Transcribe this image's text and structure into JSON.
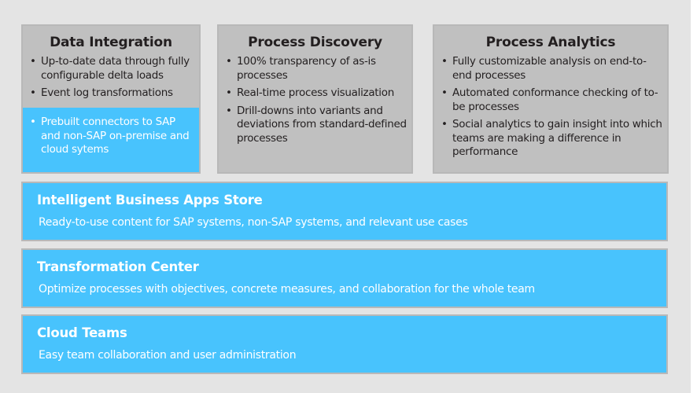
{
  "columns": [
    {
      "title": "Data Integration",
      "items": [
        "Up-to-date data through fully configurable delta loads",
        "Event log transformations"
      ],
      "highlighted_items": [
        "Prebuilt connectors to SAP and non-SAP on-premise and cloud sytems"
      ]
    },
    {
      "title": "Process Discovery",
      "items": [
        "100% transparency of as-is processes",
        "Real-time process visualization",
        "Drill-downs into variants and deviations from standard-defined processes"
      ]
    },
    {
      "title": "Process Analytics",
      "items": [
        "Fully customizable analysis on end-to-end processes",
        "Automated conformance checking of to-be processes",
        "Social analytics to gain insight into which teams are making a difference in performance"
      ]
    }
  ],
  "bars": [
    {
      "title": "Intelligent Business Apps Store",
      "text": "Ready-to-use content for SAP systems, non-SAP systems, and relevant use cases"
    },
    {
      "title": "Transformation Center",
      "text": "Optimize processes with objectives, concrete measures, and collaboration for the whole team"
    },
    {
      "title": "Cloud Teams",
      "text": "Easy team collaboration and user administration"
    }
  ],
  "colors": {
    "blue": "#48c3fd",
    "gray": "#c0c0c0",
    "background": "#e4e4e4"
  }
}
